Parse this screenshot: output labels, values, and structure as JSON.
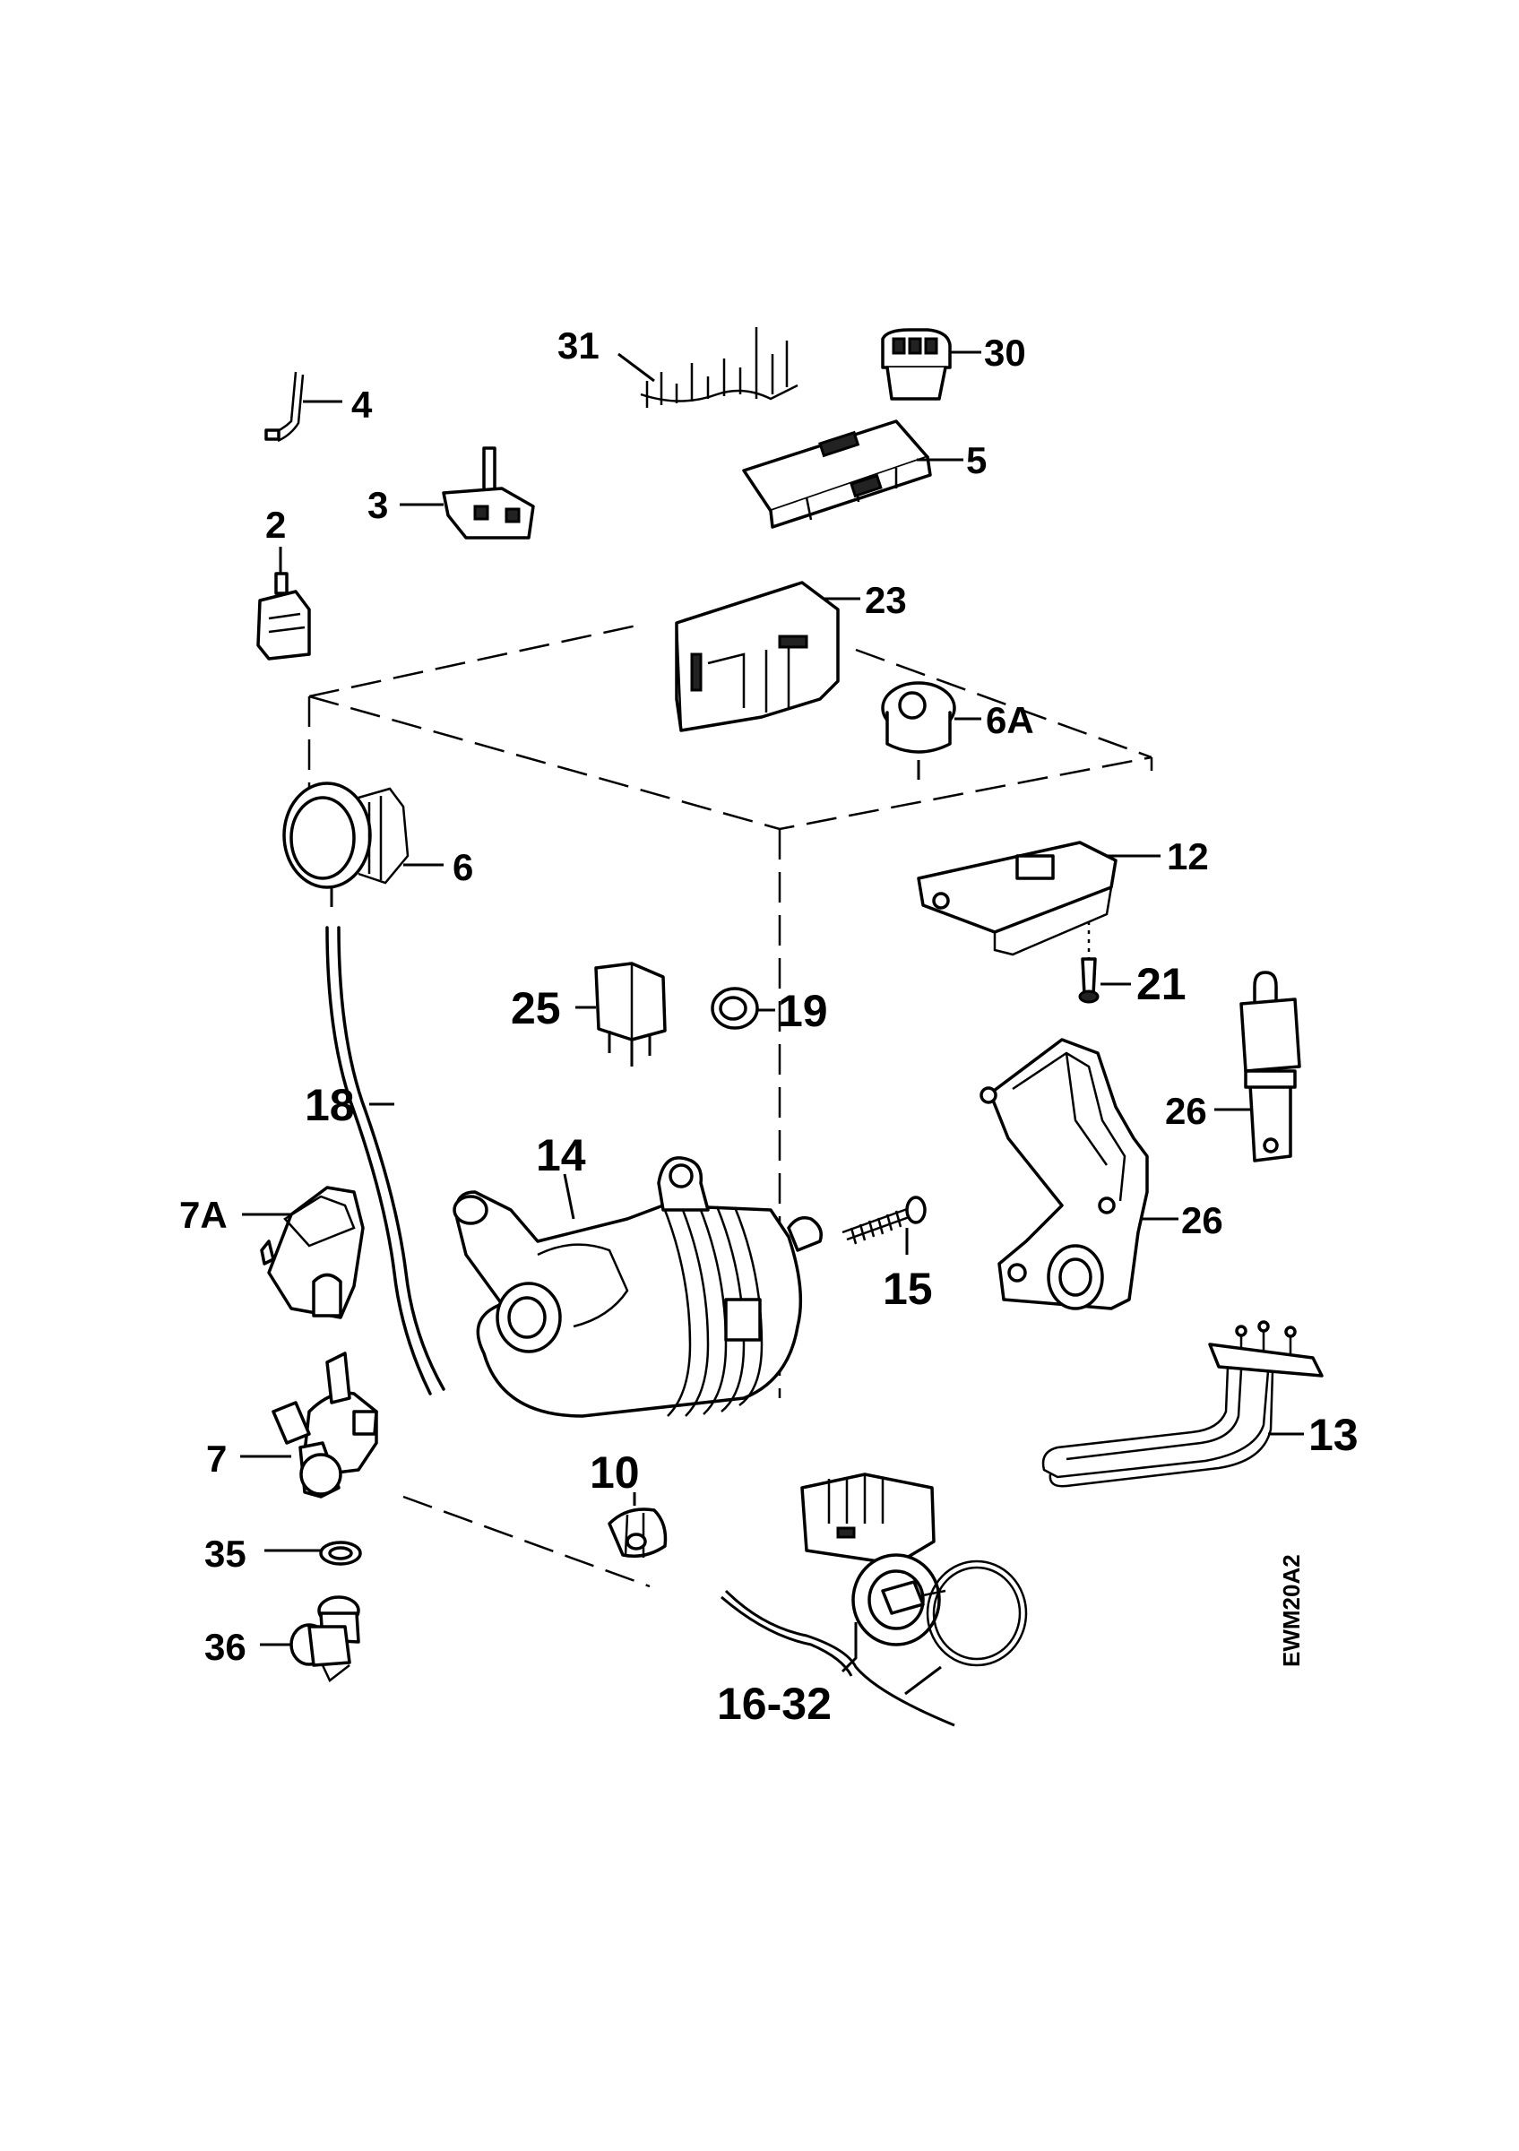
{
  "diagram": {
    "drawing_code": "EWM20A2",
    "parts": [
      {
        "id": "p31",
        "label": "31"
      },
      {
        "id": "p30",
        "label": "30"
      },
      {
        "id": "p4",
        "label": "4"
      },
      {
        "id": "p5",
        "label": "5"
      },
      {
        "id": "p3",
        "label": "3"
      },
      {
        "id": "p2",
        "label": "2"
      },
      {
        "id": "p23",
        "label": "23"
      },
      {
        "id": "p6A",
        "label": "6A"
      },
      {
        "id": "p6",
        "label": "6"
      },
      {
        "id": "p12",
        "label": "12"
      },
      {
        "id": "p21",
        "label": "21"
      },
      {
        "id": "p25",
        "label": "25"
      },
      {
        "id": "p19",
        "label": "19"
      },
      {
        "id": "p18",
        "label": "18"
      },
      {
        "id": "p26a",
        "label": "26"
      },
      {
        "id": "p14",
        "label": "14"
      },
      {
        "id": "p7A",
        "label": "7A"
      },
      {
        "id": "p26b",
        "label": "26"
      },
      {
        "id": "p15",
        "label": "15"
      },
      {
        "id": "p13",
        "label": "13"
      },
      {
        "id": "p7",
        "label": "7"
      },
      {
        "id": "p10",
        "label": "10"
      },
      {
        "id": "p35",
        "label": "35"
      },
      {
        "id": "p36",
        "label": "36"
      },
      {
        "id": "p16_32",
        "label": "16-32"
      }
    ]
  }
}
